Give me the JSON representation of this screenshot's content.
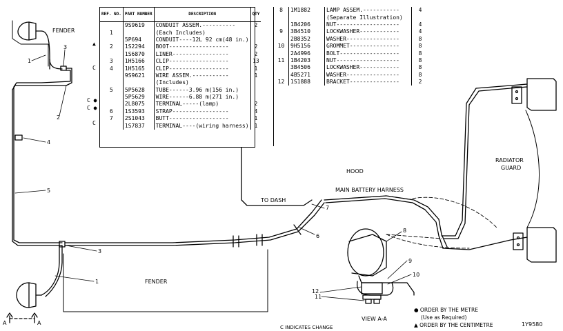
{
  "left_table": {
    "headers": {
      "ref": "REF. NO.",
      "part": "PART NUMBER",
      "desc": "DESCRIPTION",
      "qty": "QTY"
    },
    "rows": [
      {
        "ref": "",
        "part": "9S9619",
        "desc": "CONDUIT ASSEM.----------",
        "qty": "2"
      },
      {
        "ref": "1",
        "part": "",
        "desc": "(Each Includes)",
        "qty": ""
      },
      {
        "ref": "",
        "part": "5P694",
        "desc": "CONDUIT----12L 92 cm(48 in.)",
        "qty": ""
      },
      {
        "ref": "2",
        "part": "1S2294",
        "desc": "BOOT------------------",
        "qty": "2"
      },
      {
        "ref": "",
        "part": "1S6870",
        "desc": "LINER-----------------",
        "qty": "2"
      },
      {
        "ref": "3",
        "part": "1H5166",
        "desc": "CLIP------------------",
        "qty": "13"
      },
      {
        "ref": "4",
        "part": "1H5165",
        "desc": "CLIP------------------",
        "qty": "1"
      },
      {
        "ref": "",
        "part": "9S9621",
        "desc": "WIRE ASSEM.-----------",
        "qty": "1"
      },
      {
        "ref": "",
        "part": "",
        "desc": "(Includes)",
        "qty": ""
      },
      {
        "ref": "5",
        "part": "5P5628",
        "desc": "TUBE------3.96 m(156 in.)",
        "qty": ""
      },
      {
        "ref": "",
        "part": "5P5629",
        "desc": "WIRE------6.88 m(271 in.)",
        "qty": ""
      },
      {
        "ref": "",
        "part": "2L8075",
        "desc": "TERMINAL-----(lamp)",
        "qty": "2"
      },
      {
        "ref": "6",
        "part": "1S3593",
        "desc": "STRAP-----------------",
        "qty": "4"
      },
      {
        "ref": "7",
        "part": "2S1043",
        "desc": "BUTT------------------",
        "qty": "1"
      },
      {
        "ref": "",
        "part": "1S7837",
        "desc": "TERMINAL----(wiring harness)",
        "qty": "1"
      }
    ]
  },
  "right_table": {
    "rows": [
      {
        "ref": "8",
        "part": "1M1882",
        "desc": "LAMP ASSEM.-----------",
        "qty": "4"
      },
      {
        "ref": "",
        "part": "",
        "desc": "(Separate Illustration)",
        "qty": ""
      },
      {
        "ref": "",
        "part": "1B4206",
        "desc": "NUT-------------------",
        "qty": "4"
      },
      {
        "ref": "9",
        "part": "3B4510",
        "desc": "LOCKWASHER------------",
        "qty": "4"
      },
      {
        "ref": "",
        "part": "2B8352",
        "desc": "WASHER----------------",
        "qty": "8"
      },
      {
        "ref": "10",
        "part": "9H5156",
        "desc": "GROMMET---------------",
        "qty": "8"
      },
      {
        "ref": "",
        "part": "2A4996",
        "desc": "BOLT------------------",
        "qty": "8"
      },
      {
        "ref": "11",
        "part": "1B4203",
        "desc": "NUT-------------------",
        "qty": "8"
      },
      {
        "ref": "",
        "part": "3B4506",
        "desc": "LOCKWASHER------------",
        "qty": "8"
      },
      {
        "ref": "",
        "part": "4B5271",
        "desc": "WASHER----------------",
        "qty": "8"
      },
      {
        "ref": "12",
        "part": "1S1888",
        "desc": "BRACKET---------------",
        "qty": "2"
      }
    ]
  },
  "marks": {
    "m1": "▲",
    "m2": "C",
    "m3": "C ●",
    "m4": "C ●",
    "m5": "C"
  },
  "labels": {
    "fender_top": "FENDER",
    "fender_bottom": "FENDER",
    "hood": "HOOD",
    "to_dash": "TO DASH",
    "main_harness": "MAIN BATTERY HARNESS",
    "radiator_guard_1": "RADIATOR",
    "radiator_guard_2": "GUARD",
    "view_aa": "VIEW A-A",
    "section_a_left": "A",
    "section_a_right": "A",
    "c_indicates": "C INDICATES CHANGE",
    "fig_number": "1Y9580"
  },
  "callouts": [
    "1",
    "2",
    "3",
    "4",
    "5",
    "1",
    "3",
    "6",
    "7",
    "8",
    "9",
    "10",
    "11",
    "12"
  ],
  "notes": {
    "metre": "● ORDER BY THE METRE",
    "metre_sub": "(Use as Required)",
    "centimetre": "▲ ORDER BY THE CENTIMETRE"
  }
}
